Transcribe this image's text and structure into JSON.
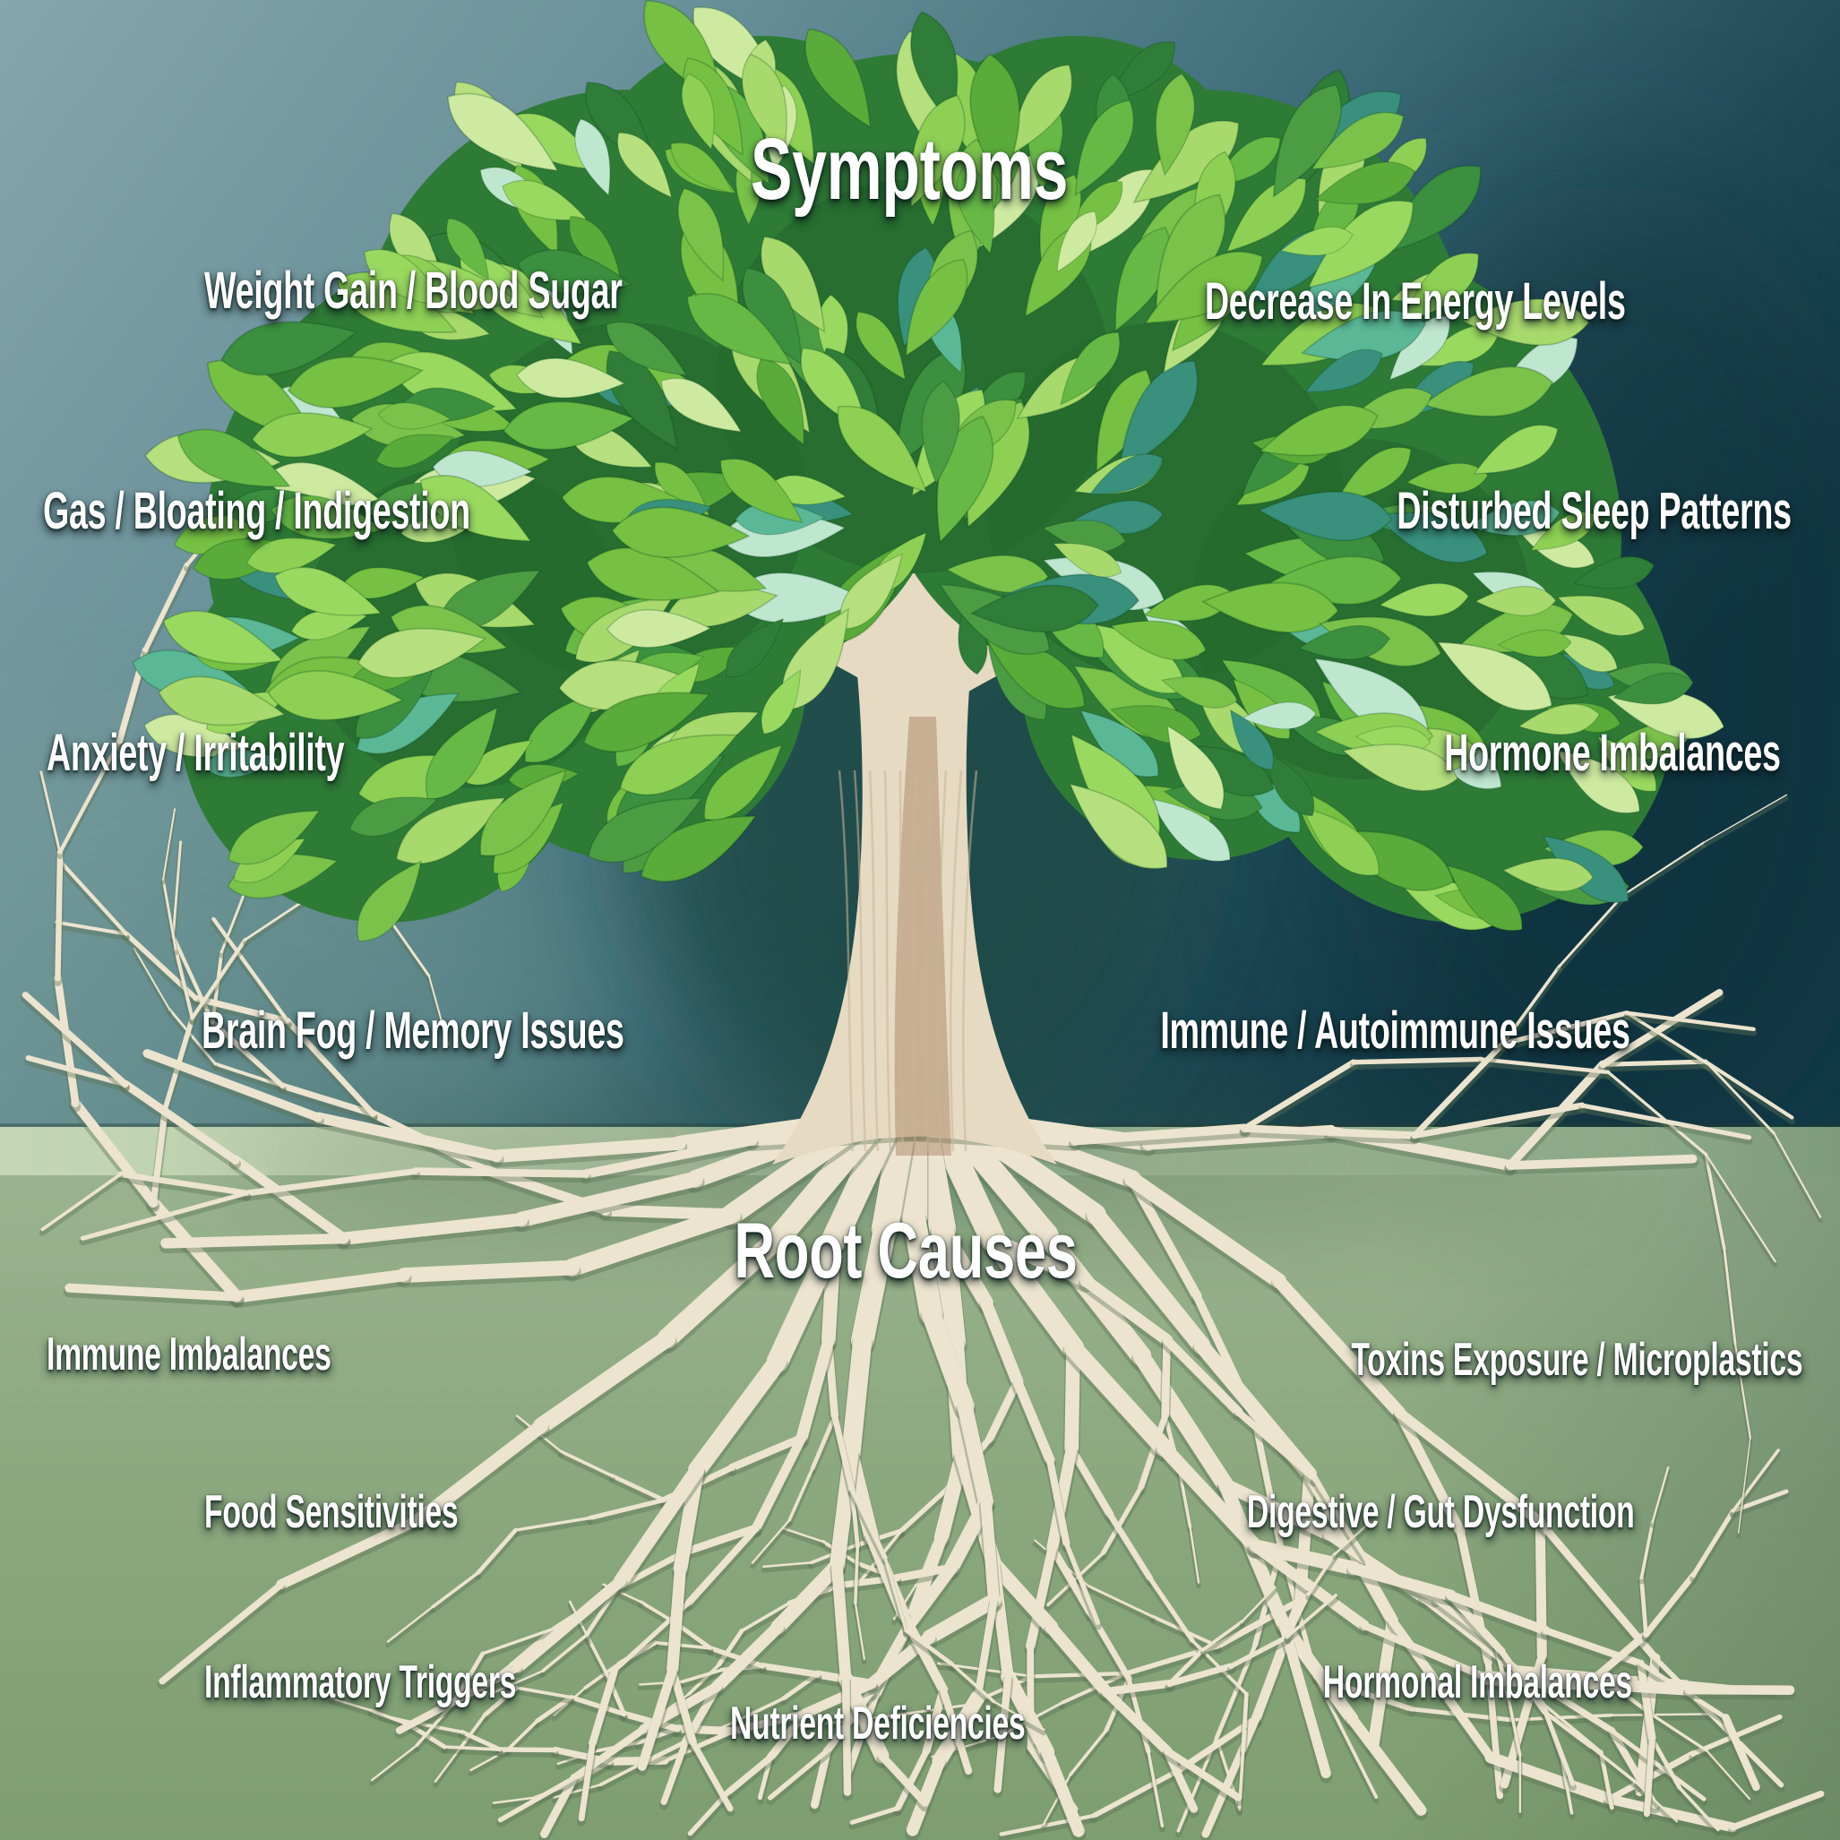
{
  "titles": {
    "symptoms": "Symptoms",
    "root_causes": "Root Causes"
  },
  "symptoms": {
    "left": [
      "Weight Gain / Blood Sugar",
      "Gas / Bloating / Indigestion",
      "Anxiety / Irritability",
      "Brain Fog / Memory Issues"
    ],
    "right": [
      "Decrease In Energy Levels",
      "Disturbed Sleep Patterns",
      "Hormone Imbalances",
      "Immune / Autoimmune Issues"
    ]
  },
  "root_causes": {
    "left": [
      "Immune Imbalances",
      "Food Sensitivities",
      "Inflammatory Triggers"
    ],
    "center": [
      "Nutrient Deficiencies"
    ],
    "right": [
      "Toxins Exposure / Microplastics",
      "Digestive / Gut Dysfunction",
      "Hormonal Imbalances"
    ]
  },
  "colors": {
    "sky_light": "#87a5ac",
    "sky_dark": "#123a48",
    "ground_strip": "#bccfae",
    "ground": "#8fad85",
    "trunk": "#e6dac2",
    "trunk_core": "#9b6f50",
    "trunk_grain": "#c6b497",
    "root": "#ece4cf",
    "root_shadow": "#5c7355",
    "canopy_shadow": "#2e7b36",
    "label_text": "#ffffff",
    "leaf_palette": [
      "#76c043",
      "#8ed054",
      "#67b945",
      "#5aab39",
      "#9ad95f",
      "#4c9c44",
      "#7ac24a",
      "#b6e07e",
      "#a8d96c",
      "#cdeaa0",
      "#3b8f3f",
      "#2f7d38",
      "#39907c",
      "#5bb896",
      "#bfe6cf"
    ]
  }
}
